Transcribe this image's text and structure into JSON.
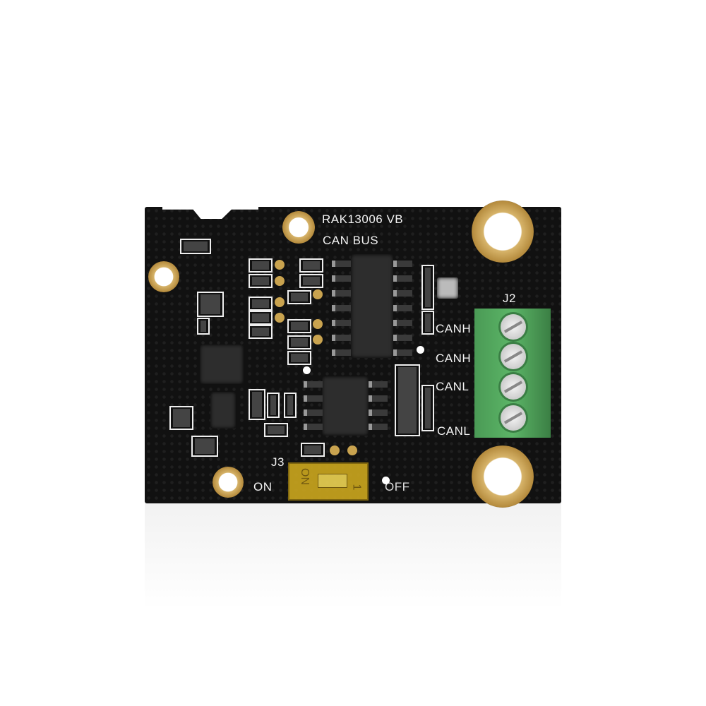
{
  "board": {
    "model_label": "RAK13006  VB",
    "function_label": "CAN BUS",
    "connector_label": "J2",
    "pin_labels": [
      "CANH",
      "CANH",
      "CANL",
      "CANL"
    ],
    "switch_label": "J3",
    "switch_on_label": "ON",
    "switch_off_label": "OFF",
    "switch_body_on": "ON",
    "switch_body_number": "1"
  },
  "colors": {
    "pcb": "#111111",
    "terminal": "#5cb567",
    "gold": "#c9a34f",
    "switch": "#c8a41e"
  }
}
